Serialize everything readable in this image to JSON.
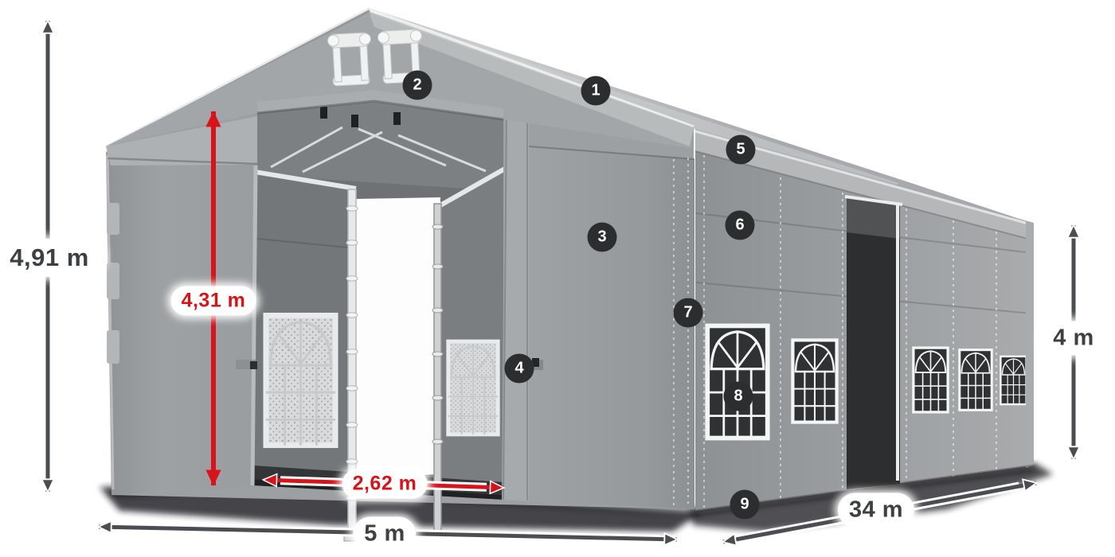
{
  "diagram": {
    "dimensions": {
      "total_height": "4,91 m",
      "entrance_height": "4,31 m",
      "entrance_width": "2,62 m",
      "front_width": "5 m",
      "length": "34 m",
      "side_wall_height": "4 m"
    },
    "feature_badges": [
      "1",
      "2",
      "3",
      "4",
      "5",
      "6",
      "7",
      "8",
      "9"
    ],
    "colors": {
      "accent_red": "#d8131a",
      "arrow_gray": "#4b4e50",
      "badge_background": "#2b2d2e",
      "tent_fabric": "#9da0a2",
      "background": "#ffffff"
    }
  }
}
